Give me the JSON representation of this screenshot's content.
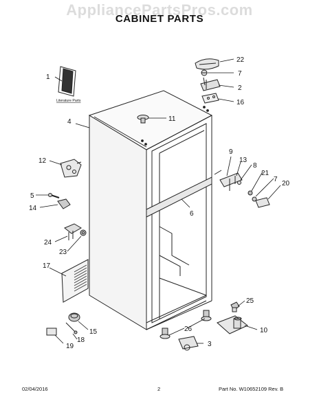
{
  "watermark": "AppliancePartsPros.com",
  "title": "CABINET PARTS",
  "literature_label": "Literature Parts",
  "callouts": [
    "1",
    "2",
    "3",
    "4",
    "5",
    "6",
    "7",
    "7",
    "8",
    "9",
    "10",
    "11",
    "12",
    "13",
    "14",
    "15",
    "16",
    "17",
    "18",
    "19",
    "20",
    "21",
    "22",
    "23",
    "24",
    "25",
    "26"
  ],
  "footer": {
    "date": "02/04/2016",
    "page": "2",
    "part_info": "Part No. W10652109  Rev. B"
  }
}
